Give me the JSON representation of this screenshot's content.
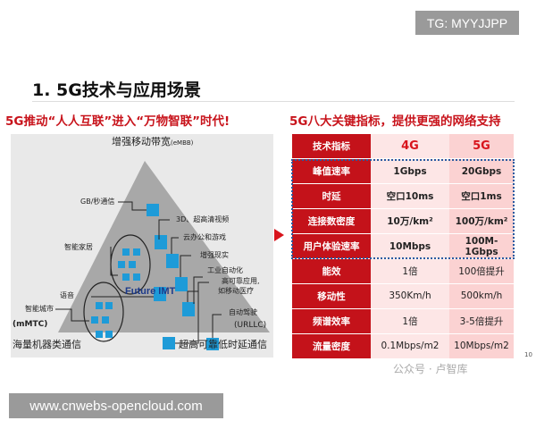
{
  "watermarks": {
    "tg": "TG: MYYJJPP",
    "site": "www.cnwebs-opencloud.com",
    "wechat": "公众号 · 卢智库"
  },
  "title": "1. 5G技术与应用场景",
  "left": {
    "heading": "5G推动“人人互联”进入“万物智联”时代!",
    "top_label": "增强移动带宽",
    "top_abbr": "(eMBB)",
    "center": "Future IMT",
    "mmtc": "(mMTC)",
    "urllc": "(URLLC)",
    "bottom_left": "海量机器类通信",
    "bottom_right": "超高可靠低时延通信",
    "apps": [
      "GB/秒通信",
      "3D、超高清视频",
      "云办公和游戏",
      "智能家居",
      "增强现实",
      "工业自动化",
      "语音",
      "高可靠应用,",
      "如移动医疗",
      "智能城市",
      "自动驾驶"
    ]
  },
  "right": {
    "heading": "5G八大关键指标，提供更强的网络支持",
    "header": [
      "技术指标",
      "4G",
      "5G"
    ],
    "rows": [
      [
        "峰值速率",
        "1Gbps",
        "20Gbps"
      ],
      [
        "时延",
        "空口10ms",
        "空口1ms"
      ],
      [
        "连接数密度",
        "10万/km²",
        "100万/km²"
      ],
      [
        "用户体验速率",
        "10Mbps",
        "100M-1Gbps"
      ],
      [
        "能效",
        "1倍",
        "100倍提升"
      ],
      [
        "移动性",
        "350Km/h",
        "500km/h"
      ],
      [
        "频谱效率",
        "1倍",
        "3-5倍提升"
      ],
      [
        "流量密度",
        "0.1Mbps/m2",
        "10Mbps/m2"
      ]
    ]
  },
  "page_number": "10",
  "colors": {
    "accent": "#c4121a",
    "highlight": "#2a5aa0",
    "icon": "#1e9bd8"
  }
}
